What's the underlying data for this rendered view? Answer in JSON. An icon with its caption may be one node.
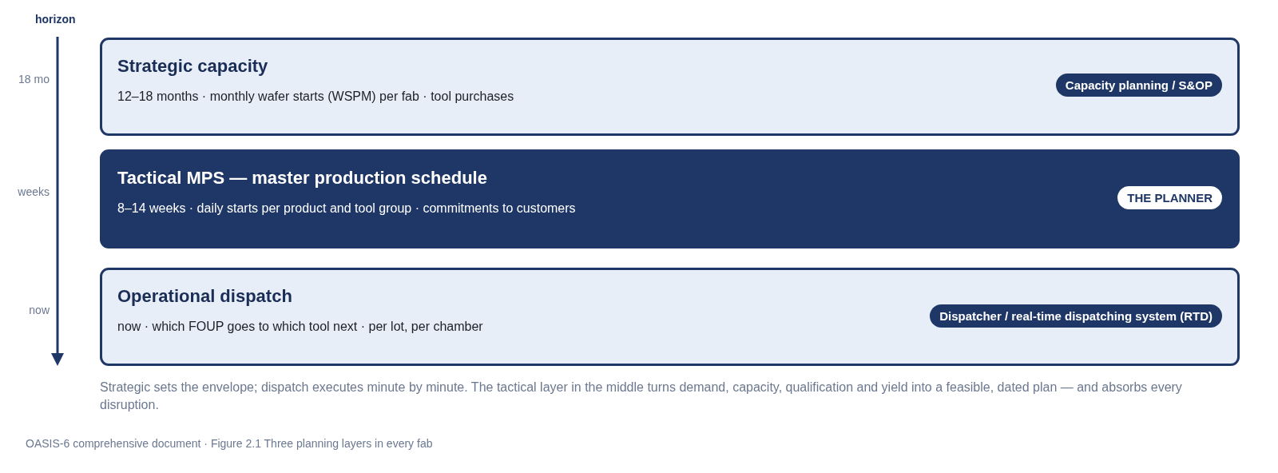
{
  "diagram": {
    "nodes": [
      {
        "text": [
          "Strategic capacity",
          "12–18 months · monthly wafer starts (WSPM) per fab · tool purchases"
        ]
      },
      {
        "text": [
          "Capacity planning / S&OP"
        ],
        "in": 0
      },
      {
        "text": [
          "Tactical MPS — master production schedule",
          "8–14 weeks · daily starts per product and tool group · commitments to customers"
        ]
      },
      {
        "text": [
          "THE PLANNER"
        ],
        "in": 2
      },
      {
        "text": [
          "Operational dispatch",
          "now · which FOUP goes to which tool next · per lot, per chamber"
        ]
      },
      {
        "text": [
          "Dispatcher / real-time dispatching system (RTD)"
        ],
        "in": 4
      }
    ],
    "edges": [],
    "labels": [
      "horizon",
      "18 mo",
      "weeks",
      "now",
      "Strategic sets the envelope; dispatch executes minute by minute. The tactical layer in the middle turns demand, capacity, qualification and yield into a feasible, dated plan — and absorbs every disruption."
    ],
    "caption": "OASIS-6 comprehensive document · Figure 2.1 Three planning layers in every fab"
  }
}
